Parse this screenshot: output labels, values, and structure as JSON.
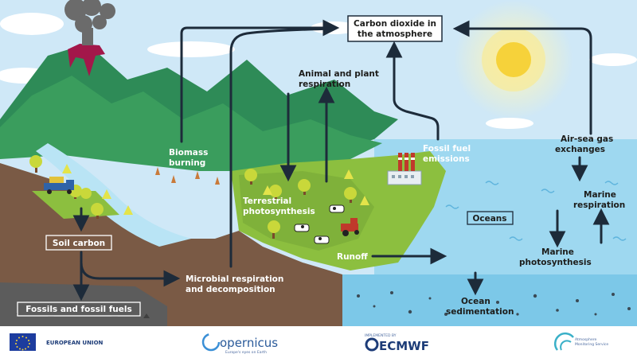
{
  "labels": {
    "co2_atmosphere": [
      "Carbon dioxide in",
      "the atmosphere"
    ],
    "animal_plant_respiration": [
      "Animal and plant",
      "respiration"
    ],
    "biomass_burning": [
      "Biomass",
      "burning"
    ],
    "fossil_fuel_emissions": [
      "Fossil fuel",
      "emissions"
    ],
    "air_sea_gas_exchanges": [
      "Air-sea gas",
      "exchanges"
    ],
    "terrestrial_photosynthesis": [
      "Terrestrial",
      "photosynthesis"
    ],
    "oceans": "Oceans",
    "marine_respiration": [
      "Marine",
      "respiration"
    ],
    "soil_carbon": "Soil carbon",
    "runoff": "Runoff",
    "marine_photosynthesis": [
      "Marine",
      "photosynthesis"
    ],
    "microbial_respiration": [
      "Microbial respiration",
      "and decomposition"
    ],
    "ocean_sedimentation": [
      "Ocean",
      "sedimentation"
    ],
    "fossils": "Fossils and fossil fuels"
  },
  "footer": {
    "eu": "EUROPEAN UNION",
    "copernicus": "opernicus",
    "copernicus_tag": "Europe's eyes on Earth",
    "implemented_by": "IMPLEMENTED BY",
    "ecmwf": "ECMWF",
    "atmosphere_service": [
      "Atmosphere",
      "Monitoring Service"
    ]
  },
  "colors": {
    "sky": "#cfe8f7",
    "mountain_dark": "#2e8b57",
    "mountain_light": "#4caf50",
    "land_green": "#8cbf3f",
    "soil": "#7a5a45",
    "ocean": "#9ed8f0",
    "ocean_deep": "#7cc8e8",
    "arrow": "#1d2b3a",
    "sun": "#f6d23a"
  }
}
